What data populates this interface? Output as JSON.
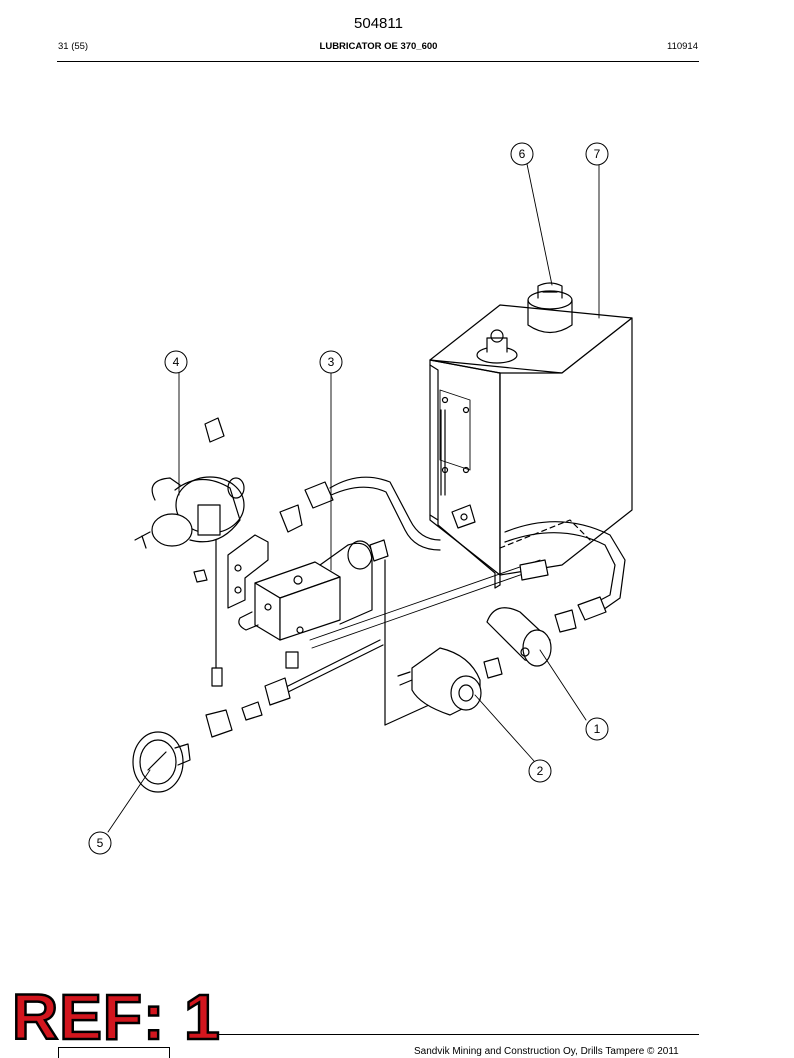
{
  "header": {
    "doc_number": "504811",
    "page": "31 (55)",
    "title": "LUBRICATOR OE 370_600",
    "date": "110914"
  },
  "callouts": [
    "1",
    "2",
    "3",
    "4",
    "5",
    "6",
    "7"
  ],
  "stamp": {
    "text": "REF: 1",
    "color": "#d2161e"
  },
  "footer": {
    "text": "Sandvik Mining and Construction Oy, Drills Tampere © 2011"
  }
}
